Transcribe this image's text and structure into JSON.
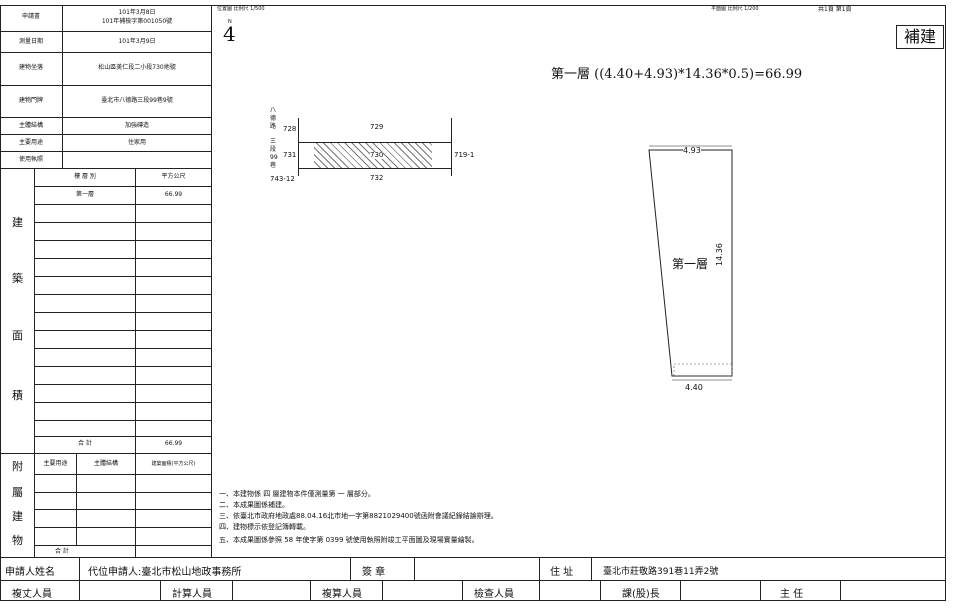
{
  "left_table": {
    "applicant_label": "申請書",
    "applicant_date": "101年3月8日",
    "applicant_no": "101年補檢字第001050號",
    "survey_date_label": "測量日期",
    "survey_date": "101年3月9日",
    "building_location_label": "建物坐落",
    "building_location": "松山區美仁段二小段730地號",
    "building_door_label": "建物門牌",
    "building_door": "臺北市八德路三段99巷9號",
    "main_structure_label": "主體結構",
    "main_structure": "加強磚造",
    "main_use_label": "主要用途",
    "main_use": "住家用",
    "use_license_label": "使用執照",
    "use_license": "",
    "floor_header": "樓 層 別",
    "sqm_header": "平方公尺",
    "floors": [
      {
        "name": "第一層",
        "area": "66.99"
      }
    ],
    "section_chars": [
      "建",
      "築",
      "面",
      "積"
    ],
    "total_label": "合 計",
    "total_value": "66.99",
    "annex_chars": [
      "附",
      "屬",
      "建",
      "物"
    ],
    "annex_use_header": "主要用途",
    "annex_struct_header": "主體結構",
    "annex_area_header": "建築面積(平方公尺)",
    "annex_total_label": "合 計"
  },
  "location_map": {
    "title": "位置圖 比例尺 1/500",
    "north_small": "N",
    "north_arrow": "4",
    "road_chars": [
      "八",
      "德",
      "路",
      "三",
      "段",
      "99",
      "巷"
    ],
    "lots": {
      "l728": "728",
      "l729": "729",
      "l731": "731",
      "l730": "730",
      "l719": "719-1",
      "l743": "743-12",
      "l732": "732"
    }
  },
  "plan": {
    "title": "平面圖 比例尺 1/200",
    "pages": "共1頁 第1頁",
    "stamp": "補建",
    "formula": "第一層 ((4.40+4.93)*14.36*0.5)=66.99",
    "floor_label": "第一層",
    "top_dim": "4.93",
    "side_dim": "14.36",
    "bottom_dim": "4.40"
  },
  "notes": [
    "一、本建物係 四 層建物本件僅測量第 一 層部分。",
    "二、本成果圖係補建。",
    "三、依臺北市政府地政處88.04.16北市地一字第8821029400號函附會議紀錄結論辦理。",
    "四、建物標示依登記簿轉載。",
    "五、本成果圖係參照 58 年使字第 0399 號使用執照附竣工平面圖及現場實量繪製。"
  ],
  "footer": {
    "applicant_name_label": "申請人姓名",
    "applicant_name": "代位申請人:臺北市松山地政事務所",
    "seal_label": "簽 章",
    "address_label": "住 址",
    "address": "臺北市莊敬路391巷11弄2號",
    "drafter_label": "複丈人員",
    "calculator_label": "計算人員",
    "checker_label": "複算人員",
    "inspector_label": "檢查人員",
    "section_chief_label": "課(股)長",
    "director_label": "主 任"
  }
}
